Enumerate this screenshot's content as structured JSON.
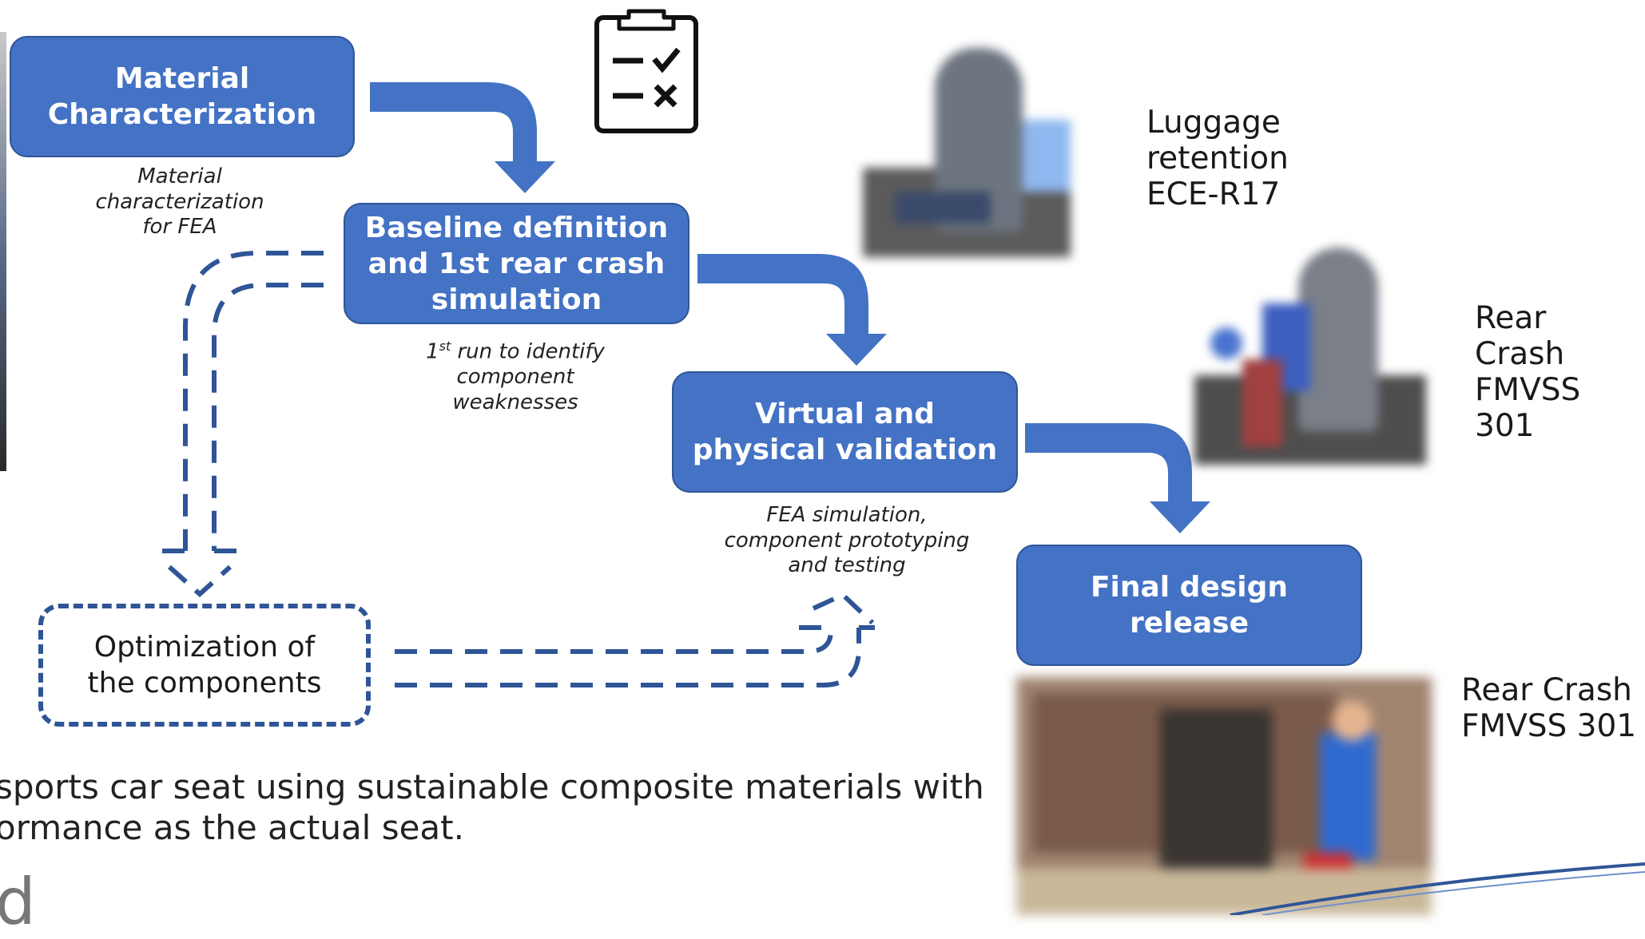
{
  "boxes": {
    "material": {
      "line1": "Material",
      "line2": "Characterization"
    },
    "baseline": {
      "line1": "Baseline definition",
      "line2": "and 1st rear crash",
      "line3": "simulation"
    },
    "validation": {
      "line1": "Virtual and",
      "line2": "physical validation"
    },
    "final": {
      "line1": "Final design",
      "line2": "release"
    },
    "optimization": {
      "line1": "Optimization of",
      "line2": "the components"
    }
  },
  "captions": {
    "material": {
      "line1": "Material",
      "line2": "characterization",
      "line3": "for FEA"
    },
    "baseline": {
      "pre": "1",
      "sup": "st",
      "post": " run to identify",
      "line2": "component",
      "line3": "weaknesses"
    },
    "validation": {
      "line1": "FEA simulation,",
      "line2": "component prototyping",
      "line3": "and testing"
    }
  },
  "photo_labels": {
    "luggage": {
      "line1": "Luggage",
      "line2": "retention",
      "line3": "ECE-R17"
    },
    "rear1": {
      "line1": "Rear Crash",
      "line2": "FMVSS 301"
    },
    "rear2": {
      "line1": "Rear Crash",
      "line2": "FMVSS 301"
    }
  },
  "bottom_text": {
    "line1": "sports car seat using sustainable composite materials with",
    "line2": "ormance as the actual seat.",
    "partial_letter": "d"
  },
  "icons": [
    "checklist-icon"
  ],
  "colors": {
    "box_fill": "#4472c4",
    "box_border": "#2f5597",
    "arrow": "#4472c4",
    "dashed": "#2f5597"
  }
}
